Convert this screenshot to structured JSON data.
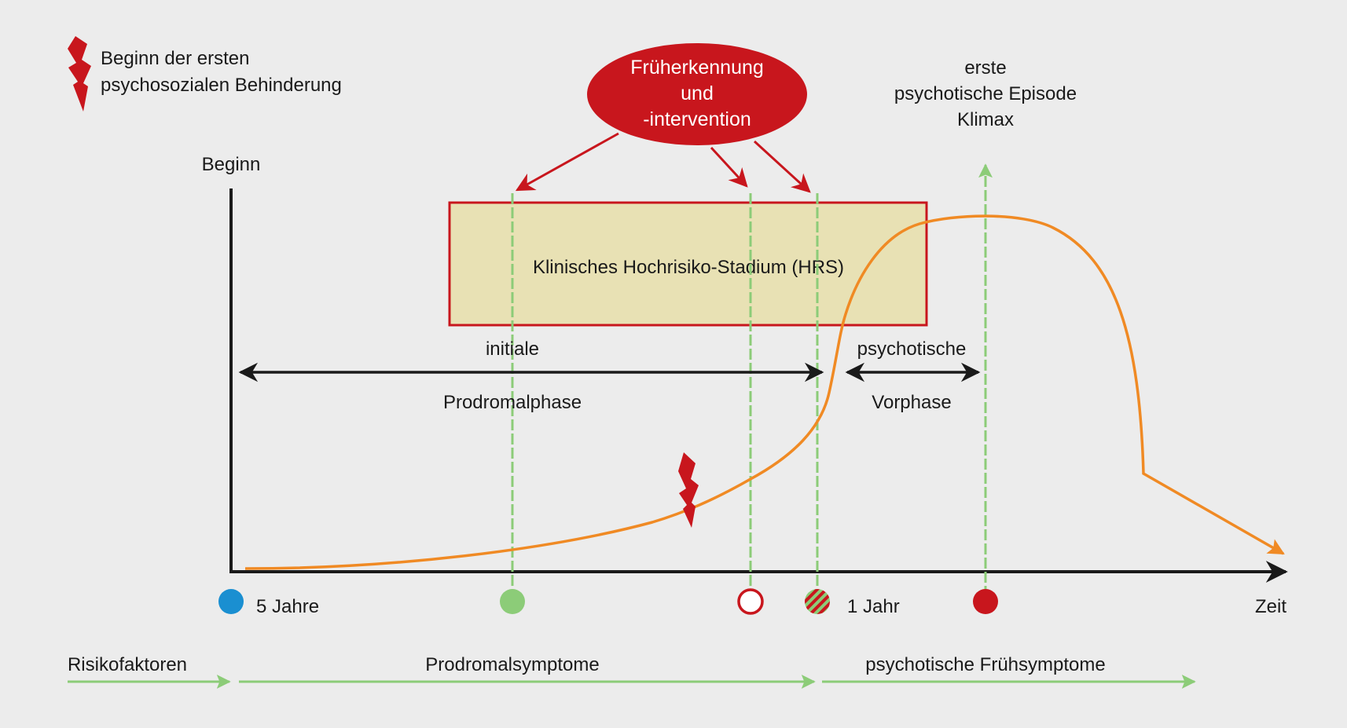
{
  "legend": {
    "line1": "Beginn der ersten",
    "line2": "psychosozialen Behinderung"
  },
  "early": {
    "line1": "Früherkennung",
    "line2": "und",
    "line3": "-intervention"
  },
  "episode": {
    "line1": "erste",
    "line2": "psychotische Episode",
    "line3": "Klimax"
  },
  "y_label": "Beginn",
  "hrs_label": "Klinisches Hochrisiko-Stadium (HRS)",
  "phases": {
    "initial_top": "initiale",
    "initial_bottom": "Prodromalphase",
    "psychotic_top": "psychotische",
    "psychotic_bottom": "Vorphase"
  },
  "axis": {
    "five_years": "5 Jahre",
    "one_year": "1 Jahr",
    "time": "Zeit"
  },
  "bottom": {
    "risk": "Risikofaktoren",
    "prodromal": "Prodromalsymptome",
    "early_symptoms": "psychotische Frühsymptome"
  },
  "colors": {
    "background": "#ececec",
    "red": "#c8161d",
    "orange": "#f08a24",
    "green": "#8ccc78",
    "blue": "#1a8fd1",
    "hrs_fill": "#e8e1b4",
    "black": "#1a1a1a"
  }
}
